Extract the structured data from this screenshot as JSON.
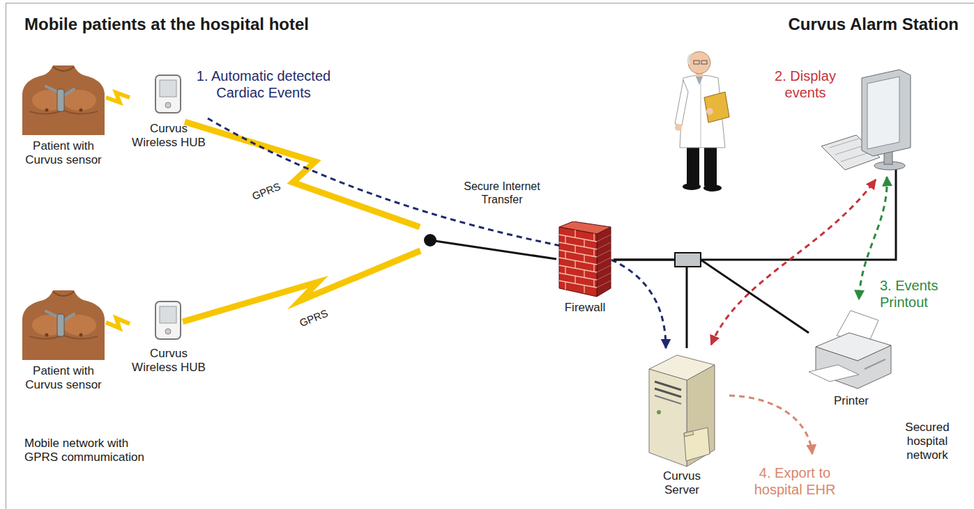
{
  "diagram": {
    "title": "Mobile patients at the hospital hotel",
    "nodes": [
      {
        "text": [
          "Patient with Curvus sensor"
        ]
      },
      {
        "text": [
          "Curvus Wireless HUB"
        ]
      },
      {
        "text": [
          "Patient with Curvus sensor"
        ]
      },
      {
        "text": [
          "Curvus Wireless HUB"
        ]
      },
      {
        "text": [
          "Firewall"
        ]
      },
      {
        "text": [
          "Curvus Server"
        ]
      },
      {
        "text": [
          "Printer"
        ]
      }
    ],
    "edges": [
      {
        "from": 0,
        "to": 1,
        "arrow": "none"
      },
      {
        "from": 2,
        "to": 3,
        "arrow": "none"
      },
      {
        "from": 1,
        "to": 5,
        "label": "1. Automatic detected Cardiac Events",
        "arrow": "to"
      },
      {
        "from": 4,
        "to": 5,
        "arrow": "none"
      },
      {
        "from": 4,
        "to": 6,
        "arrow": "none"
      }
    ],
    "labels": [
      "Curvus Alarm Station",
      "Secure Internet Transfer",
      "GPRS",
      "GPRS",
      "Mobile network with GPRS commumication",
      "2. Display events",
      "3. Events Printout",
      "4. Export to hospital EHR",
      "Secured hospital network"
    ]
  }
}
